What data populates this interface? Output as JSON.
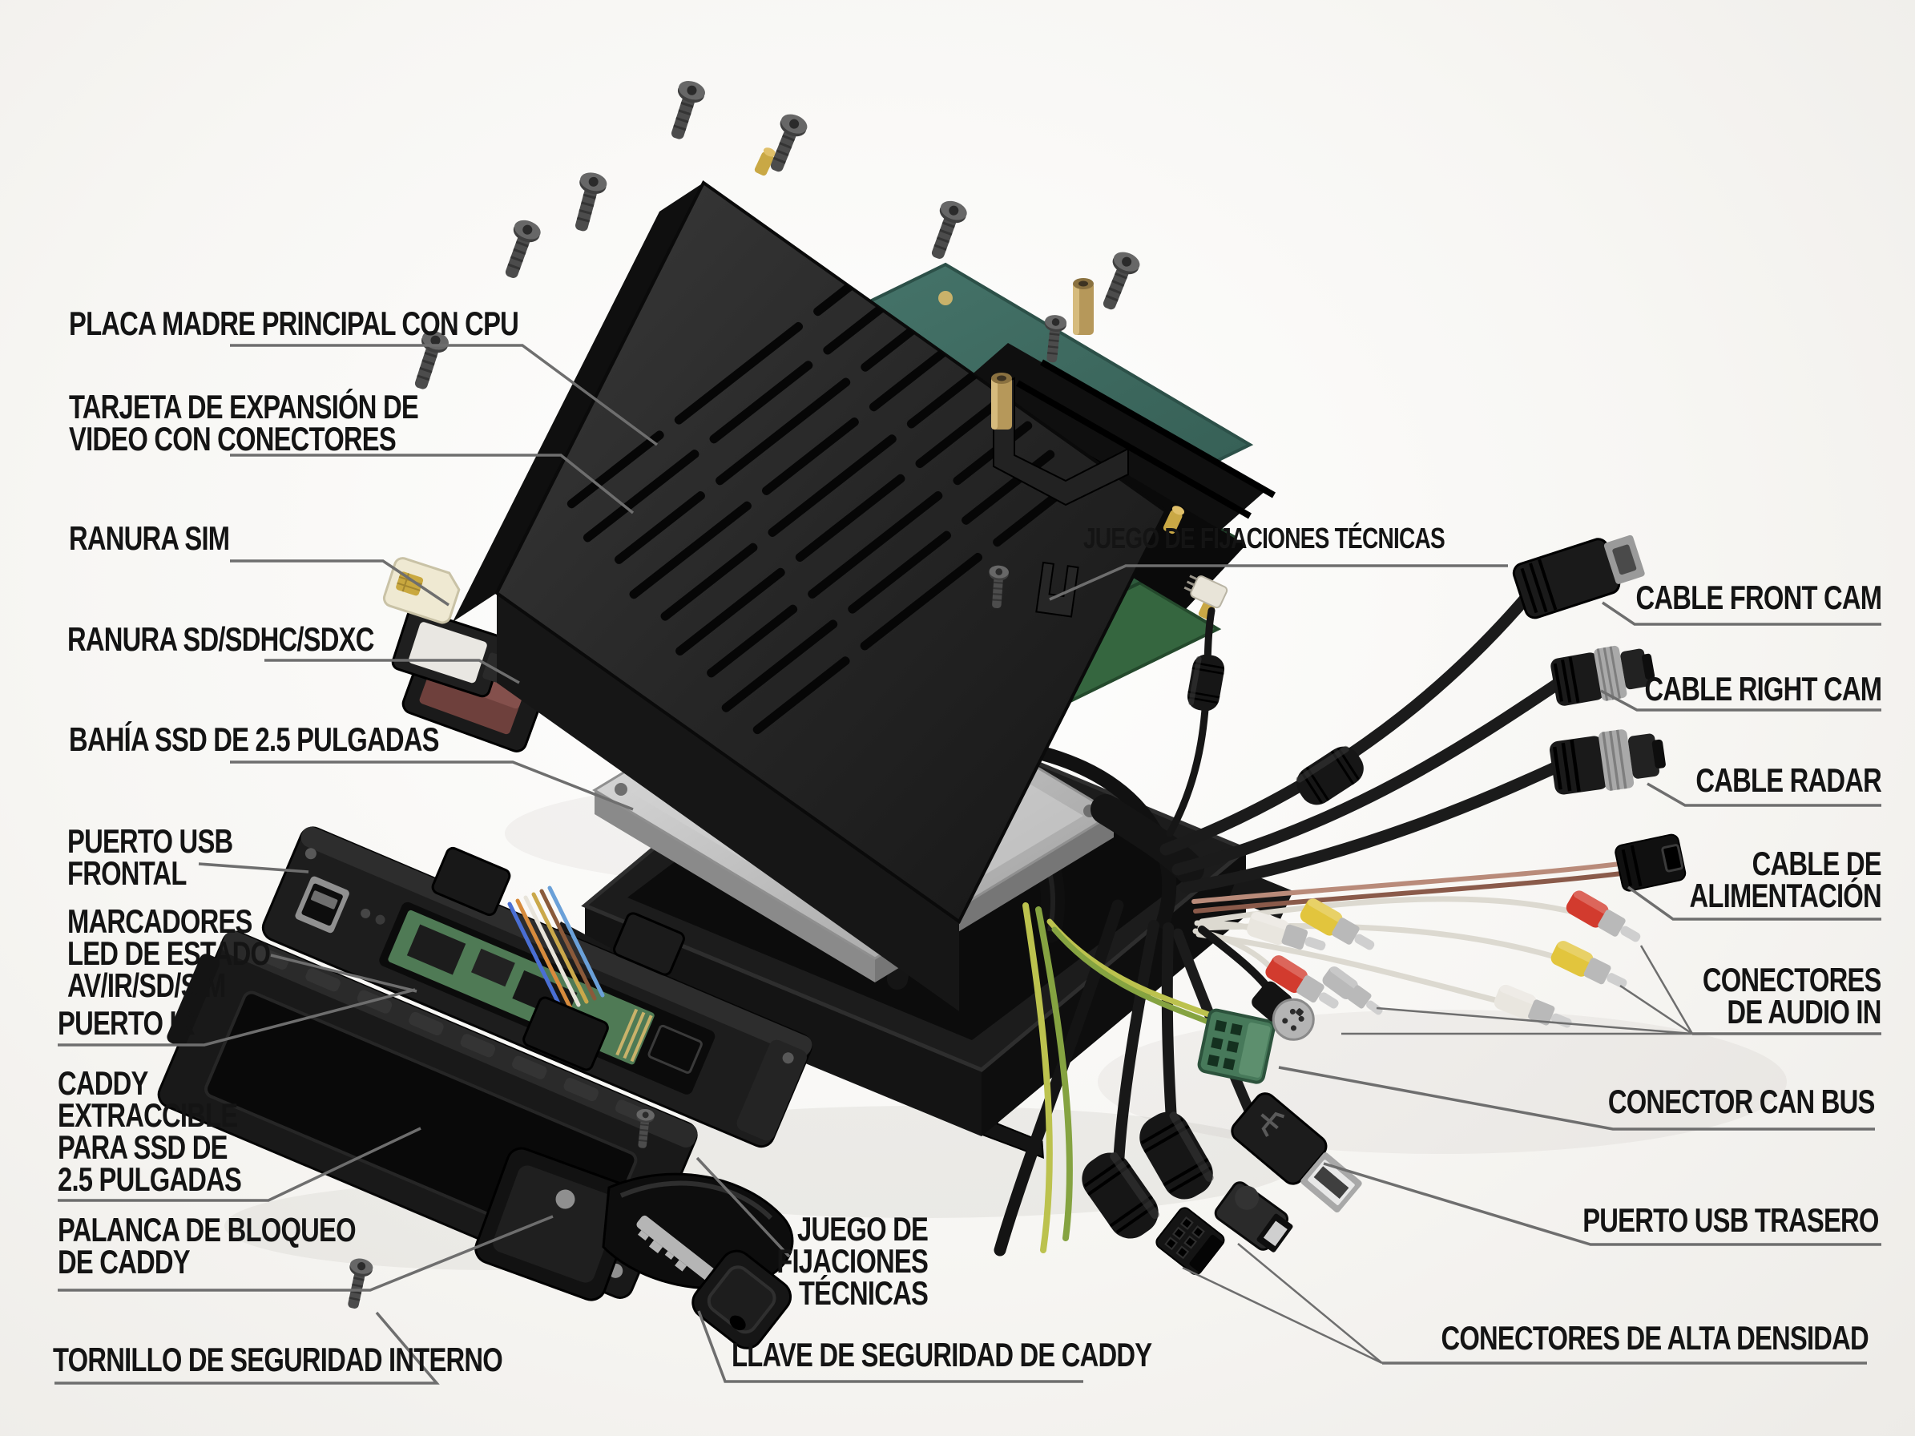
{
  "figure": {
    "type": "exploded-technical-diagram",
    "language": "es",
    "background": "#f7f6f3"
  },
  "callouts": {
    "placa_madre": {
      "text": "PLACA MADRE PRINCIPAL CON CPU"
    },
    "tarjeta_expansion": {
      "text": "TARJETA DE EXPANSIÓN DE\nVIDEO CON CONECTORES"
    },
    "ranura_sim": {
      "text": "RANURA SIM"
    },
    "ranura_sd": {
      "text": "RANURA SD/SDHC/SDXC"
    },
    "bahia_ssd": {
      "text": "BAHÍA SSD DE 2.5 PULGADAS"
    },
    "puerto_usb_frontal": {
      "text": "PUERTO USB\nFRONTAL"
    },
    "marcadores_led": {
      "text": "MARCADORES\nLED DE ESTADO\nAV/IR/SD/SIM"
    },
    "puerto_ir": {
      "text": "PUERTO IR"
    },
    "caddy_extraccible": {
      "text": "CADDY\nEXTRACCIBLE\nPARA SSD DE\n2.5 PULGADAS"
    },
    "palanca_bloqueo": {
      "text": "PALANCA DE BLOQUEO\nDE CADDY"
    },
    "tornillo_seguridad": {
      "text": "TORNILLO DE SEGURIDAD INTERNO"
    },
    "juego_fijaciones_superior": {
      "text": "JUEGO DE FIJACIONES TÉCNICAS"
    },
    "juego_fijaciones_inferior": {
      "text": "JUEGO DE\nFIJACIONES\nTÉCNICAS"
    },
    "llave_seguridad": {
      "text": "LLAVE DE SEGURIDAD DE CADDY"
    },
    "cable_front_cam": {
      "text": "CABLE FRONT CAM"
    },
    "cable_right_cam": {
      "text": "CABLE RIGHT CAM"
    },
    "cable_radar": {
      "text": "CABLE RADAR"
    },
    "cable_alimentacion": {
      "text": "CABLE DE\nALIMENTACIÓN"
    },
    "conectores_audio": {
      "text": "CONECTORES\nDE AUDIO IN"
    },
    "conector_can_bus": {
      "text": "CONECTOR CAN BUS"
    },
    "puerto_usb_trasero": {
      "text": "PUERTO USB TRASERO"
    },
    "conectores_alta_densidad": {
      "text": "CONECTORES DE ALTA DENSIDAD"
    }
  },
  "colors": {
    "label_text": "#141414",
    "leader_line": "#6e6e6e",
    "chassis_black": "#1a1a1a",
    "pcb_teal": "#3e6e66",
    "pcb_green": "#35663f",
    "ssd_silver": "#c6c6c6",
    "sim_ivory": "#efe9d2",
    "sd_red": "#6e403c",
    "brass": "#b6985a",
    "rca_red": "#d23b2e",
    "rca_yellow": "#e2c53d",
    "rca_white": "#e9e6df",
    "can_green": "#47795a",
    "wire_yellow_green": "#bcc24e"
  }
}
